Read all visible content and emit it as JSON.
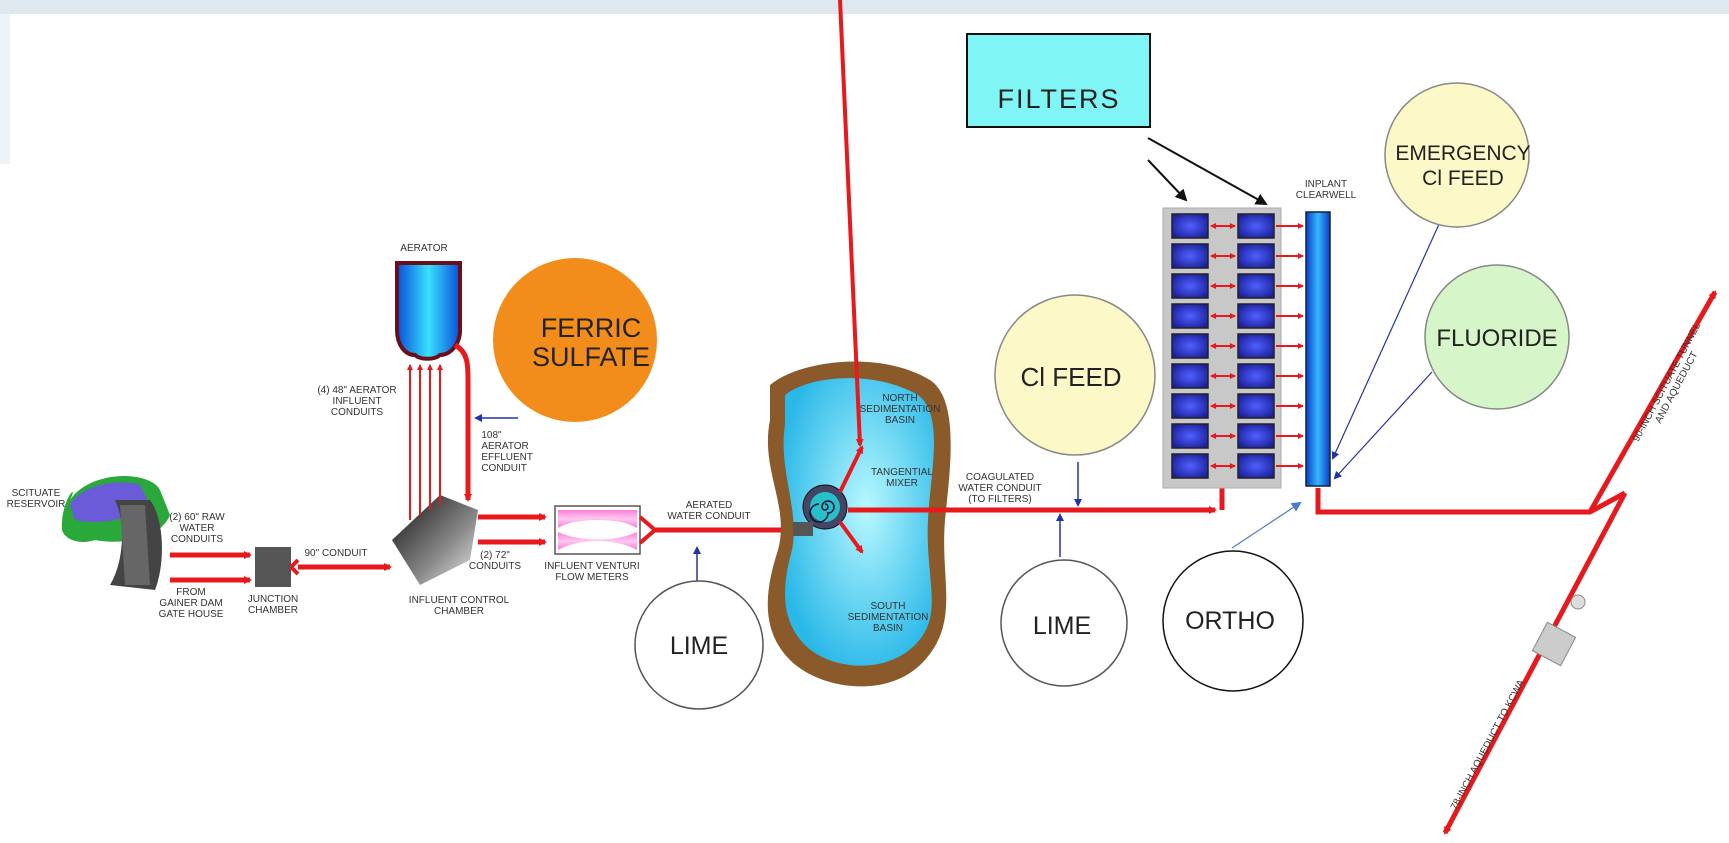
{
  "nodes": {
    "filters": "FILTERS",
    "ferric_sulfate": [
      "FERRIC",
      "SULFATE"
    ],
    "cl_feed": "Cl FEED",
    "emergency_cl_feed": [
      "EMERGENCY",
      "Cl FEED"
    ],
    "fluoride": "FLUORIDE",
    "lime_1": "LIME",
    "lime_2": "LIME",
    "ortho": "ORTHO"
  },
  "labels": {
    "scituate_reservoir": [
      "SCITUATE",
      "RESERVOIR"
    ],
    "raw_water_conduits": [
      "(2) 60\" RAW",
      "WATER",
      "CONDUITS"
    ],
    "gainer_dam": [
      "FROM",
      "GAINER DAM",
      "GATE HOUSE"
    ],
    "junction_chamber": [
      "JUNCTION",
      "CHAMBER"
    ],
    "conduit_90": "90\" CONDUIT",
    "aerator": "AERATOR",
    "aerator_influent": [
      "(4) 48\" AERATOR",
      "INFLUENT",
      "CONDUITS"
    ],
    "aerator_effluent": [
      "108\"",
      "AERATOR",
      "EFFLUENT",
      "CONDUIT"
    ],
    "influent_control_chamber": [
      "INFLUENT CONTROL",
      "CHAMBER"
    ],
    "conduits_72": [
      "(2) 72\"",
      "CONDUITS"
    ],
    "venturi": [
      "INFLUENT VENTURI",
      "FLOW METERS"
    ],
    "aerated_water": [
      "AERATED",
      "WATER CONDUIT"
    ],
    "north_basin": [
      "NORTH",
      "SEDIMENTATION",
      "BASIN"
    ],
    "tangential_mixer": [
      "TANGENTIAL",
      "MIXER"
    ],
    "south_basin": [
      "SOUTH",
      "SEDIMENTATION",
      "BASIN"
    ],
    "coagulated": [
      "COAGULATED",
      "WATER CONDUIT",
      "(TO FILTERS)"
    ],
    "clearwell": [
      "INPLANT",
      "CLEARWELL"
    ],
    "tunnel_90": [
      "90-INCH SCITUATE TUNNEL",
      "AND AQUEDUCT"
    ],
    "aqueduct_78": "78-INCH AQUEDUCT TO KCWA"
  },
  "colors": {
    "flow": "#e8191c",
    "chemical_arrow": "#2233aa",
    "filters_box": "#7ff5f5",
    "ferric": "#f28d1c",
    "pale_yellow": "#fdf8c8",
    "fluoride": "#d6f5c8",
    "basin_earth": "#8b5a2b",
    "basin_water": "#4fd0f0"
  }
}
